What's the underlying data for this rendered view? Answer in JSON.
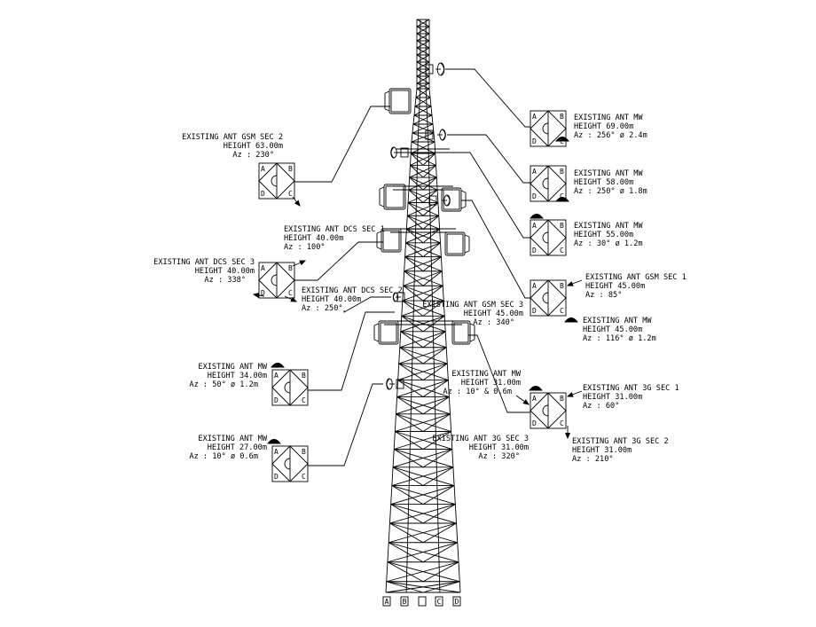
{
  "labels": [
    {
      "id": "mw-69",
      "lines": [
        "EXISTING ANT MW",
        "HEIGHT 69.00m",
        "Az : 256° ø 2.4m"
      ]
    },
    {
      "id": "mw-58",
      "lines": [
        "EXISTING ANT MW",
        "HEIGHT 58.00m",
        "Az : 250° ø 1.8m"
      ]
    },
    {
      "id": "mw-55",
      "lines": [
        "EXISTING ANT MW",
        "HEIGHT 55.00m",
        "Az : 30° ø 1.2m"
      ]
    },
    {
      "id": "gsm-sec1",
      "lines": [
        "EXISTING ANT GSM SEC 1",
        "HEIGHT 45.00m",
        "Az : 85°"
      ]
    },
    {
      "id": "mw-45",
      "lines": [
        "EXISTING ANT MW",
        "HEIGHT 45.00m",
        "Az : 116° ø 1.2m"
      ]
    },
    {
      "id": "gsm-sec2",
      "lines": [
        "EXISTING ANT GSM SEC 2",
        "HEIGHT 63.00m",
        "Az : 230°"
      ]
    },
    {
      "id": "dcs-sec1",
      "lines": [
        "EXISTING ANT DCS SEC 1",
        "HEIGHT 40.00m",
        "Az : 100°"
      ]
    },
    {
      "id": "dcs-sec3",
      "lines": [
        "EXISTING ANT DCS SEC 3",
        "HEIGHT 40.00m",
        "Az : 338°"
      ]
    },
    {
      "id": "dcs-sec2",
      "lines": [
        "EXISTING ANT DCS SEC 2",
        "HEIGHT 40.00m",
        "Az : 250°"
      ]
    },
    {
      "id": "gsm-sec3",
      "lines": [
        "EXISTING ANT GSM SEC 3",
        "HEIGHT 45.00m",
        "Az : 340°"
      ]
    },
    {
      "id": "mw-34",
      "lines": [
        "EXISTING ANT MW",
        "HEIGHT 34.00m",
        "Az : 50° ø 1.2m"
      ]
    },
    {
      "id": "mw-27",
      "lines": [
        "EXISTING ANT MW",
        "HEIGHT 27.00m",
        "Az : 10° ø 0.6m"
      ]
    },
    {
      "id": "mw-31",
      "lines": [
        "EXISTING ANT MW",
        "HEIGHT 31.00m",
        "Az : 10° & 0.6m"
      ]
    },
    {
      "id": "3g-sec1",
      "lines": [
        "EXISTING ANT 3G SEC 1",
        "HEIGHT 31.00m",
        "Az : 60°"
      ]
    },
    {
      "id": "3g-sec3",
      "lines": [
        "EXISTING ANT 3G SEC 3",
        "HEIGHT 31.00m",
        "Az : 320°"
      ]
    },
    {
      "id": "3g-sec2",
      "lines": [
        "EXISTING ANT 3G SEC 2",
        "HEIGHT 31.00m",
        "Az : 210°"
      ]
    }
  ],
  "leg_letters": [
    "A",
    "B",
    "",
    "C",
    "D"
  ],
  "corners": [
    "A",
    "B",
    "C",
    "D"
  ]
}
